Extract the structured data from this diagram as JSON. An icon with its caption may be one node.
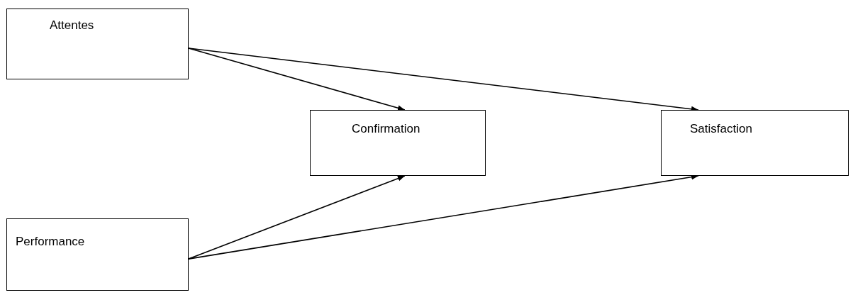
{
  "diagram": {
    "nodes": [
      {
        "text": [
          "Attentes"
        ]
      },
      {
        "text": [
          "Confirmation"
        ]
      },
      {
        "text": [
          "Satisfaction"
        ]
      },
      {
        "text": [
          "Performance"
        ]
      }
    ],
    "edges": [
      {
        "from": 0,
        "to": 1,
        "arrow": "to"
      },
      {
        "from": 0,
        "to": 2,
        "arrow": "to"
      },
      {
        "from": 3,
        "to": 1,
        "arrow": "to"
      },
      {
        "from": 3,
        "to": 2,
        "arrow": "to"
      }
    ]
  }
}
